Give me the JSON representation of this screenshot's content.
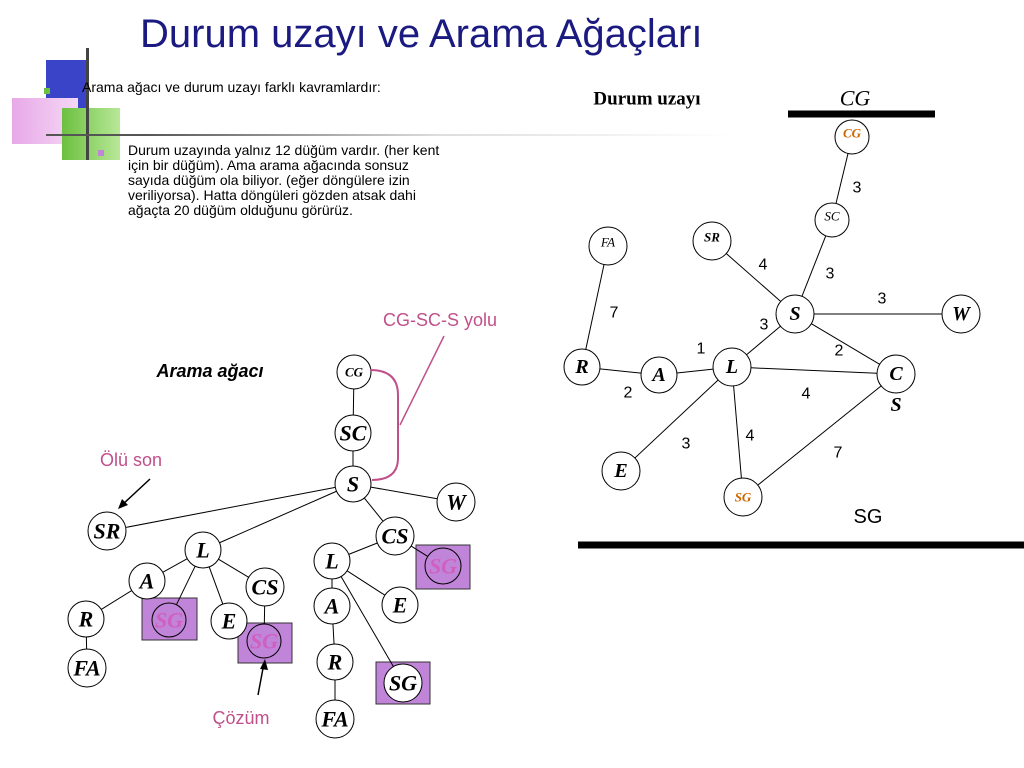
{
  "slide": {
    "title": "Durum uzayı ve Arama Ağaçları",
    "bullets": [
      "Arama ağacı ve durum uzayı farklı kavramlardır:",
      "Durum uzayında yalnız 12 düğüm vardır. (her kent için bir düğüm). Ama arama ağacında sonsuz sayıda düğüm ola biliyor. (eğer döngülere izin veriliyorsa). Hatta döngüleri gözden atsak dahi ağaçta 20 düğüm olduğunu görürüz."
    ]
  },
  "colors": {
    "title": "#1a1a80",
    "annotation": "#c0508a",
    "highlight": "#c084d8",
    "cg_orange": "#cc6600"
  },
  "state_space": {
    "title": "Durum uzayı",
    "cg_label": "CG",
    "sg_label": "SG",
    "s_label": "S",
    "nodes": [
      {
        "id": "CG",
        "label": "CG"
      },
      {
        "id": "SC",
        "label": "SC"
      },
      {
        "id": "FA",
        "label": "FA"
      },
      {
        "id": "SR",
        "label": "SR"
      },
      {
        "id": "S",
        "label": "S"
      },
      {
        "id": "W",
        "label": "W"
      },
      {
        "id": "R",
        "label": "R"
      },
      {
        "id": "A",
        "label": "A"
      },
      {
        "id": "L",
        "label": "L"
      },
      {
        "id": "C",
        "label": "C"
      },
      {
        "id": "E",
        "label": "E"
      },
      {
        "id": "SG",
        "label": "SG"
      }
    ],
    "edges": [
      {
        "from": "CG",
        "to": "SC",
        "weight": "3"
      },
      {
        "from": "SC",
        "to": "S",
        "weight": "3"
      },
      {
        "from": "SR",
        "to": "S",
        "weight": "4"
      },
      {
        "from": "S",
        "to": "W",
        "weight": "3"
      },
      {
        "from": "FA",
        "to": "R",
        "weight": "7"
      },
      {
        "from": "S",
        "to": "L",
        "weight": "3"
      },
      {
        "from": "S",
        "to": "C",
        "weight": "2"
      },
      {
        "from": "R",
        "to": "A",
        "weight": "2"
      },
      {
        "from": "A",
        "to": "L",
        "weight": "1"
      },
      {
        "from": "L",
        "to": "C",
        "weight": "4"
      },
      {
        "from": "L",
        "to": "E",
        "weight": "3"
      },
      {
        "from": "L",
        "to": "SG",
        "weight": "4"
      },
      {
        "from": "C",
        "to": "SG",
        "weight": "7"
      }
    ]
  },
  "search_tree": {
    "label": "Arama ağacı",
    "path_label": "CG-SC-S yolu",
    "dead_end_label": "Ölü son",
    "solution_label": "Çözüm",
    "nodes": [
      {
        "id": "t_cg",
        "label": "CG"
      },
      {
        "id": "t_sc",
        "label": "SC"
      },
      {
        "id": "t_s",
        "label": "S"
      },
      {
        "id": "t_w",
        "label": "W"
      },
      {
        "id": "t_sr",
        "label": "SR"
      },
      {
        "id": "t_l1",
        "label": "L"
      },
      {
        "id": "t_cs1",
        "label": "CS"
      },
      {
        "id": "t_a1",
        "label": "A"
      },
      {
        "id": "t_sg1",
        "label": "SG"
      },
      {
        "id": "t_e1",
        "label": "E"
      },
      {
        "id": "t_cs2",
        "label": "CS"
      },
      {
        "id": "t_r1",
        "label": "R"
      },
      {
        "id": "t_fa1",
        "label": "FA"
      },
      {
        "id": "t_sg2",
        "label": "SG"
      },
      {
        "id": "t_l2",
        "label": "L"
      },
      {
        "id": "t_sg3",
        "label": "SG"
      },
      {
        "id": "t_a2",
        "label": "A"
      },
      {
        "id": "t_e2",
        "label": "E"
      },
      {
        "id": "t_sg4",
        "label": "SG"
      },
      {
        "id": "t_r2",
        "label": "R"
      },
      {
        "id": "t_fa2",
        "label": "FA"
      }
    ]
  }
}
